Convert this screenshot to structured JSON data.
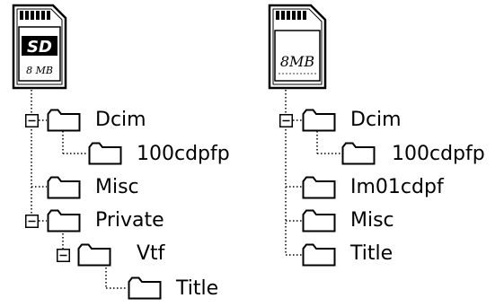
{
  "left_tree": {
    "card": {
      "logo": "SD",
      "capacity": "8 MB"
    },
    "nodes": [
      {
        "label": "Dcim",
        "expander": "minus"
      },
      {
        "label": "100cdpfp",
        "expander": ""
      },
      {
        "label": "Misc",
        "expander": ""
      },
      {
        "label": "Private",
        "expander": "minus"
      },
      {
        "label": "Vtf",
        "expander": "minus"
      },
      {
        "label": "Title",
        "expander": ""
      }
    ]
  },
  "right_tree": {
    "card": {
      "capacity": "8MB"
    },
    "nodes": [
      {
        "label": "Dcim",
        "expander": "minus"
      },
      {
        "label": "100cdpfp",
        "expander": ""
      },
      {
        "label": "Im01cdpf",
        "expander": ""
      },
      {
        "label": "Misc",
        "expander": ""
      },
      {
        "label": "Title",
        "expander": ""
      }
    ]
  },
  "icons": {
    "folder": "folder-icon",
    "expander": "collapse-minus-icon"
  }
}
